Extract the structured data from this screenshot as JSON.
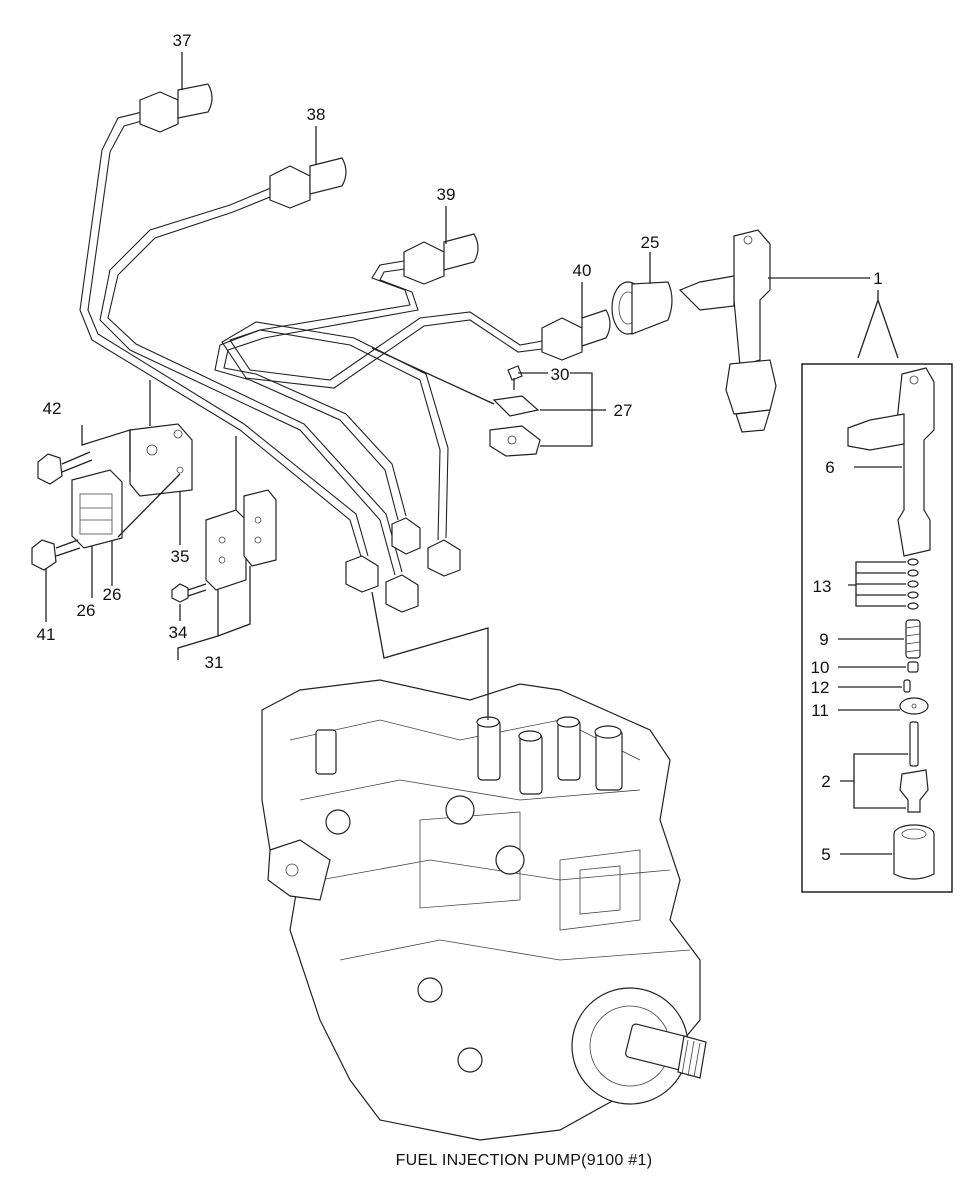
{
  "caption": "FUEL INJECTION PUMP(9100 #1)",
  "callouts": [
    {
      "id": "c37",
      "text": "37"
    },
    {
      "id": "c38",
      "text": "38"
    },
    {
      "id": "c39",
      "text": "39"
    },
    {
      "id": "c25",
      "text": "25"
    },
    {
      "id": "c40",
      "text": "40"
    },
    {
      "id": "c1",
      "text": "1"
    },
    {
      "id": "c30",
      "text": "30"
    },
    {
      "id": "c27",
      "text": "27"
    },
    {
      "id": "c42",
      "text": "42"
    },
    {
      "id": "c6",
      "text": "6"
    },
    {
      "id": "c35",
      "text": "35"
    },
    {
      "id": "c26a",
      "text": "26"
    },
    {
      "id": "c26b",
      "text": "26"
    },
    {
      "id": "c41",
      "text": "41"
    },
    {
      "id": "c34",
      "text": "34"
    },
    {
      "id": "c31",
      "text": "31"
    },
    {
      "id": "c13",
      "text": "13"
    },
    {
      "id": "c9",
      "text": "9"
    },
    {
      "id": "c10",
      "text": "10"
    },
    {
      "id": "c12",
      "text": "12"
    },
    {
      "id": "c11",
      "text": "11"
    },
    {
      "id": "c2",
      "text": "2"
    },
    {
      "id": "c5",
      "text": "5"
    }
  ]
}
